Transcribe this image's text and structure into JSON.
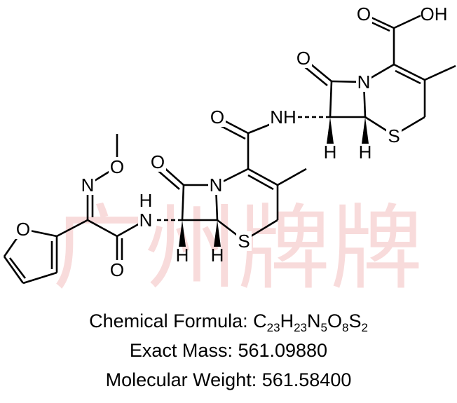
{
  "watermark": "广州牌牌",
  "atoms": [
    "O",
    "OH",
    "O",
    "N",
    "S",
    "H",
    "H",
    "NH",
    "O",
    "O",
    "N",
    "S",
    "H",
    "H",
    "N",
    "H",
    "O",
    "N",
    "O",
    "O"
  ],
  "info": {
    "formula_label": "Chemical Formula: ",
    "formula": [
      {
        "el": "C",
        "n": "23"
      },
      {
        "el": "H",
        "n": "23"
      },
      {
        "el": "N",
        "n": "5"
      },
      {
        "el": "O",
        "n": "8"
      },
      {
        "el": "S",
        "n": "2"
      }
    ],
    "exact_mass": "Exact Mass: 561.09880",
    "molecular_weight": "Molecular Weight: 561.58400"
  }
}
